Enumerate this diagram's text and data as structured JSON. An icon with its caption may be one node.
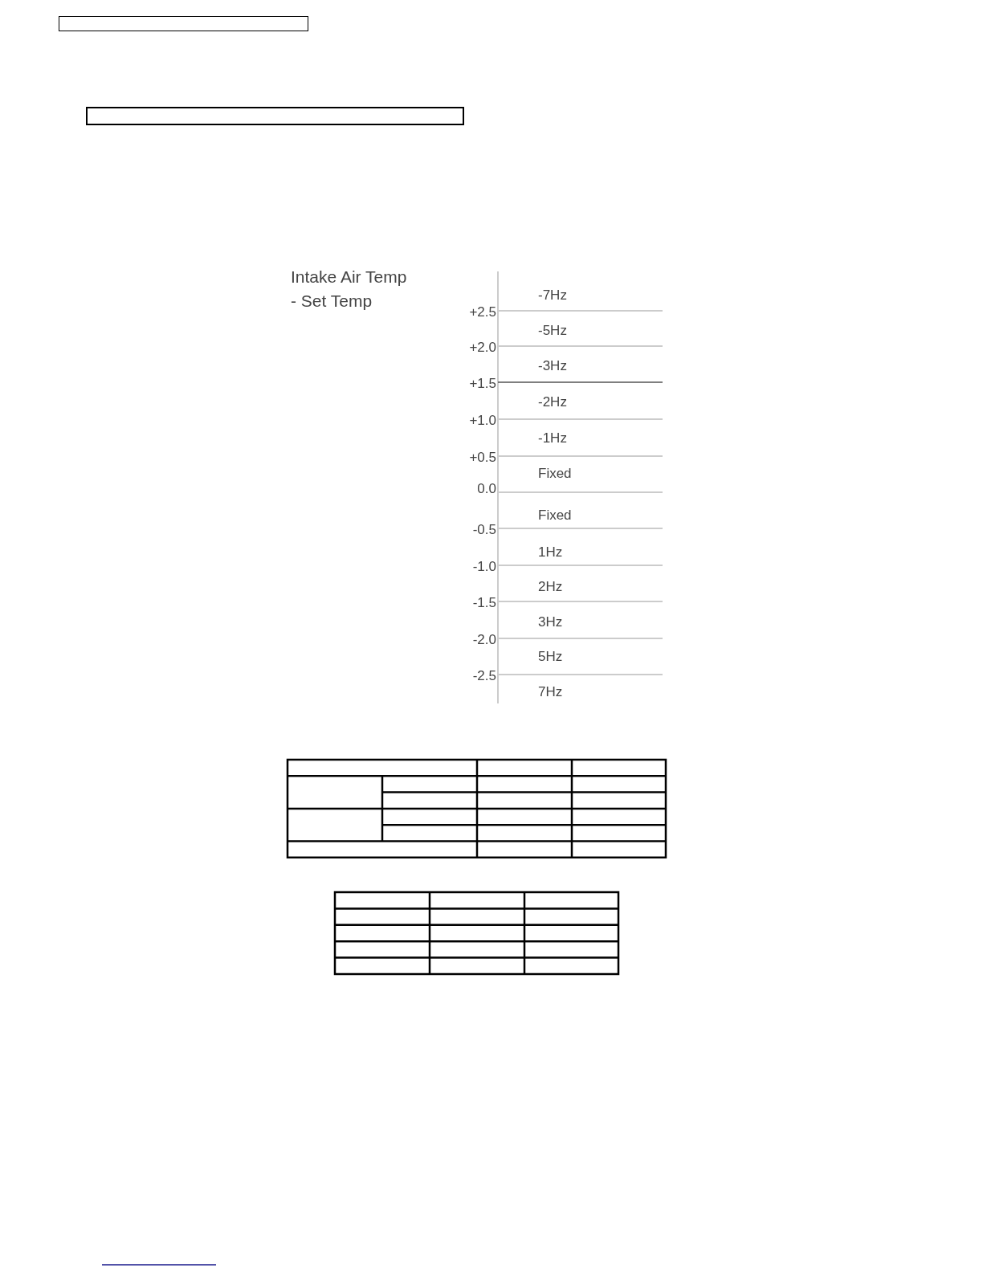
{
  "diagram": {
    "nodes": [
      {
        "text": [],
        "shape": "box"
      },
      {
        "text": [],
        "shape": "box"
      }
    ],
    "labels": [
      "Intake Air Temp - Set Temp",
      "-7Hz",
      "+2.5",
      "-5Hz",
      "+2.0",
      "-3Hz",
      "+1.5",
      "-2Hz",
      "+1.0",
      "-1Hz",
      "+0.5",
      "Fixed",
      "0.0",
      "Fixed",
      "-0.5",
      "1Hz",
      "-1.0",
      "2Hz",
      "-1.5",
      "3Hz",
      "-2.0",
      "5Hz",
      "-2.5",
      "7Hz"
    ]
  }
}
